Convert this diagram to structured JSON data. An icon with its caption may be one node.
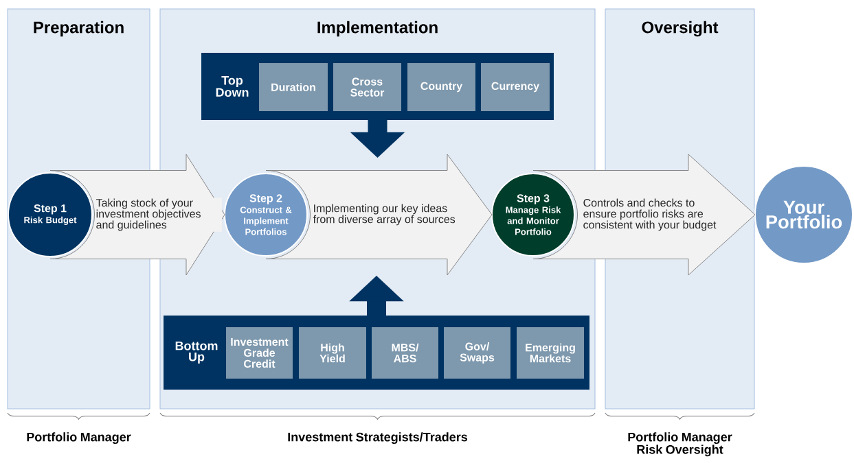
{
  "diagram": {
    "nodes": [
      {
        "text": [
          "Preparation"
        ]
      },
      {
        "text": [
          "Implementation"
        ]
      },
      {
        "text": [
          "Oversight"
        ]
      },
      {
        "text": [
          "Top Down"
        ],
        "in": 1
      },
      {
        "text": [
          "Duration"
        ],
        "in": 3
      },
      {
        "text": [
          "Cross Sector"
        ],
        "in": 3
      },
      {
        "text": [
          "Country"
        ],
        "in": 3
      },
      {
        "text": [
          "Currency"
        ],
        "in": 3
      },
      {
        "text": [
          "Step 1",
          "Risk Budget"
        ],
        "in": 0
      },
      {
        "text": [
          "Step 2",
          "Construct & Implement Portfolios"
        ],
        "in": 1
      },
      {
        "text": [
          "Step 3",
          "Manage Risk and Monitor Portfolio"
        ],
        "in": 1
      },
      {
        "text": [
          "Your Portfolio"
        ]
      },
      {
        "text": [
          "Bottom Up"
        ],
        "in": 1
      },
      {
        "text": [
          "Investment Grade Credit"
        ],
        "in": 12
      },
      {
        "text": [
          "High Yield"
        ],
        "in": 12
      },
      {
        "text": [
          "MBS/ ABS"
        ],
        "in": 12
      },
      {
        "text": [
          "Gov/ Swaps"
        ],
        "in": 12
      },
      {
        "text": [
          "Emerging Markets"
        ],
        "in": 12
      }
    ],
    "edges": [
      {
        "from": 8,
        "to": 9,
        "arrow": "to",
        "label": "Taking stock of your investment objectives and guidelines"
      },
      {
        "from": 9,
        "to": 10,
        "arrow": "to",
        "label": "Implementing our key ideas from diverse array of sources"
      },
      {
        "from": 10,
        "to": 11,
        "arrow": "to",
        "label": "Controls and checks to ensure portfolio risks are consistent with your budget"
      },
      {
        "from": 3,
        "to": null,
        "arrow": "to"
      },
      {
        "from": 12,
        "to": null,
        "arrow": "to"
      }
    ],
    "labels": [
      "Portfolio Manager",
      "Investment Strategists/Traders",
      "Portfolio Manager Risk Oversight"
    ]
  }
}
